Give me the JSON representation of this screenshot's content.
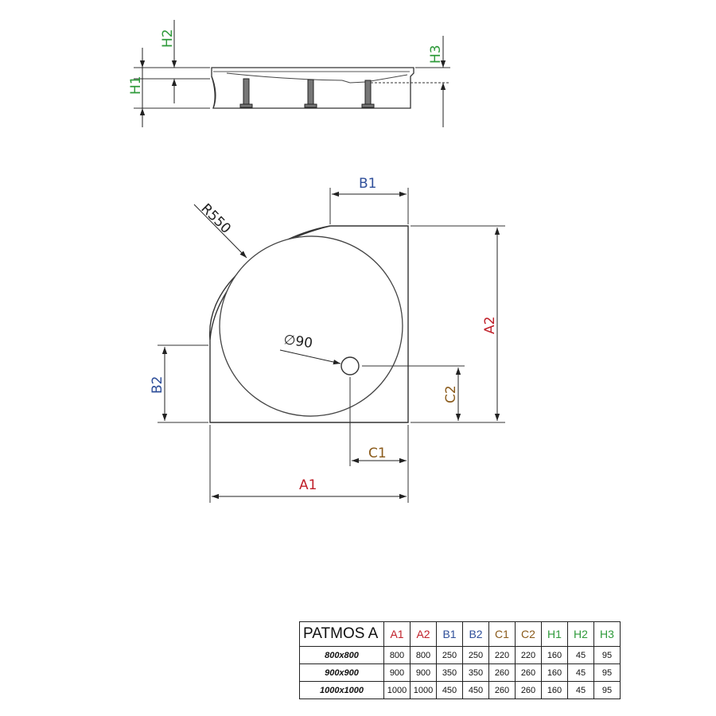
{
  "side_view": {
    "labels": {
      "h1": "H1",
      "h2": "H2",
      "h3": "H3"
    }
  },
  "plan_view": {
    "labels": {
      "a1": "A1",
      "a2": "A2",
      "b1": "B1",
      "b2": "B2",
      "c1": "C1",
      "c2": "C2",
      "radius": "R550",
      "drain": "∅90"
    }
  },
  "table": {
    "model": "PATMOS A",
    "columns": [
      {
        "key": "A1",
        "color": "#c0202a"
      },
      {
        "key": "A2",
        "color": "#c0202a"
      },
      {
        "key": "B1",
        "color": "#2f4f9a"
      },
      {
        "key": "B2",
        "color": "#2f4f9a"
      },
      {
        "key": "C1",
        "color": "#8a5a1a"
      },
      {
        "key": "C2",
        "color": "#8a5a1a"
      },
      {
        "key": "H1",
        "color": "#2e9a3a"
      },
      {
        "key": "H2",
        "color": "#2e9a3a"
      },
      {
        "key": "H3",
        "color": "#2e9a3a"
      }
    ],
    "rows": [
      {
        "size": "800x800",
        "values": [
          "800",
          "800",
          "250",
          "250",
          "220",
          "220",
          "160",
          "45",
          "95"
        ]
      },
      {
        "size": "900x900",
        "values": [
          "900",
          "900",
          "350",
          "350",
          "260",
          "260",
          "160",
          "45",
          "95"
        ]
      },
      {
        "size": "1000x1000",
        "values": [
          "1000",
          "1000",
          "450",
          "450",
          "260",
          "260",
          "160",
          "45",
          "95"
        ]
      }
    ]
  }
}
